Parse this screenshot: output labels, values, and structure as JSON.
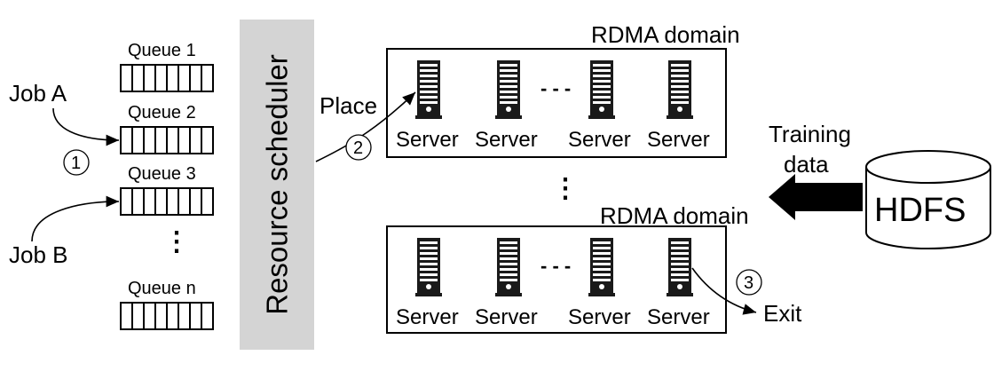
{
  "queues": [
    {
      "label": "Queue 1"
    },
    {
      "label": "Queue 2"
    },
    {
      "label": "Queue 3"
    },
    {
      "label": "Queue n"
    }
  ],
  "jobs": {
    "a": "Job A",
    "b": "Job B"
  },
  "scheduler": {
    "label": "Resource scheduler"
  },
  "steps": {
    "one": "1",
    "two": "2",
    "three": "3"
  },
  "actions": {
    "place": "Place",
    "exit": "Exit"
  },
  "domains": [
    {
      "label": "RDMA domain",
      "servers": [
        "Server",
        "Server",
        "Server",
        "Server"
      ]
    },
    {
      "label": "RDMA domain",
      "servers": [
        "Server",
        "Server",
        "Server",
        "Server"
      ]
    }
  ],
  "storage": {
    "label": "HDFS",
    "flow_label_line1": "Training",
    "flow_label_line2": "data"
  },
  "ellipsis": {
    "vertical": "⋮",
    "horizontal": "- - -"
  }
}
